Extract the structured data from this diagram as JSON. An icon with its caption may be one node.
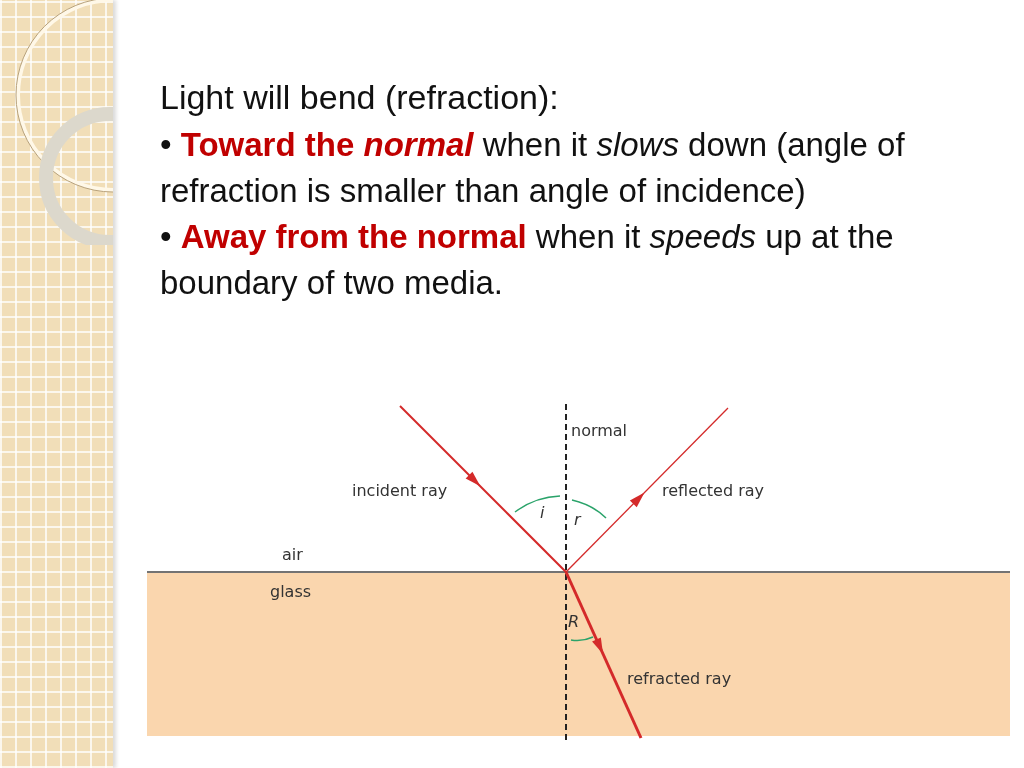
{
  "diagram": {
    "labels": [
      "Light will bend (refraction):",
      "• **Toward the** *normal* when it *slows* down (angle of refraction is smaller than angle of incidence)",
      "• **Away from the normal** when it *speeds* up at the boundary of two media.",
      "normal",
      "incident ray",
      "reflected ray",
      "i",
      "r",
      "air",
      "glass",
      "R",
      "refracted ray"
    ]
  }
}
